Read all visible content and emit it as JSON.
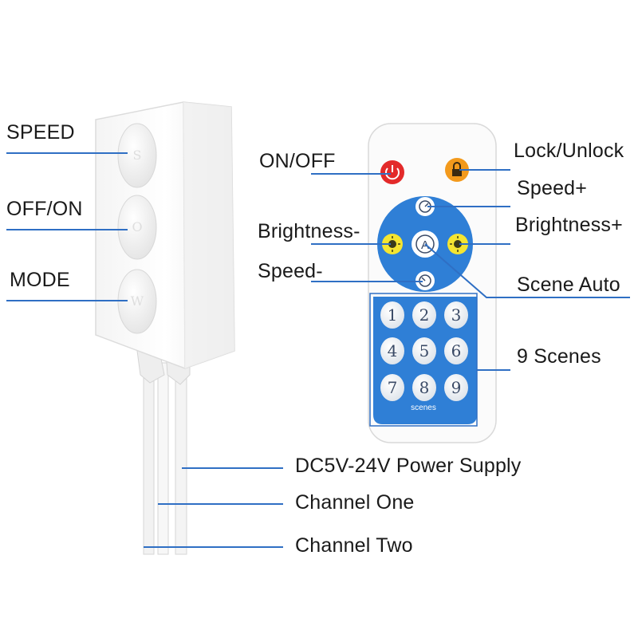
{
  "labels": {
    "speed": "SPEED",
    "off_on": "OFF/ON",
    "mode": "MODE",
    "on_off": "ON/OFF",
    "lock_unlock": "Lock/Unlock",
    "speed_plus": "Speed+",
    "brightness_minus": "Brightness-",
    "brightness_plus": "Brightness+",
    "speed_minus": "Speed-",
    "scene_auto": "Scene Auto",
    "nine_scenes": "9 Scenes",
    "power_supply": "DC5V-24V Power Supply",
    "channel_one": "Channel One",
    "channel_two": "Channel Two"
  },
  "controller": {
    "button_glyphs": [
      "S",
      "O",
      "W"
    ]
  },
  "remote": {
    "auto_glyph": "A",
    "scenes_caption": "scenes",
    "scene_numbers": [
      "1",
      "2",
      "3",
      "4",
      "5",
      "6",
      "7",
      "8",
      "9"
    ]
  },
  "colors": {
    "accent_line": "#2f6fc4",
    "remote_blue": "#2f7fd6",
    "power_red": "#e32a2a",
    "lock_orange": "#f39a1c",
    "brightness_yellow": "#f5e531"
  }
}
